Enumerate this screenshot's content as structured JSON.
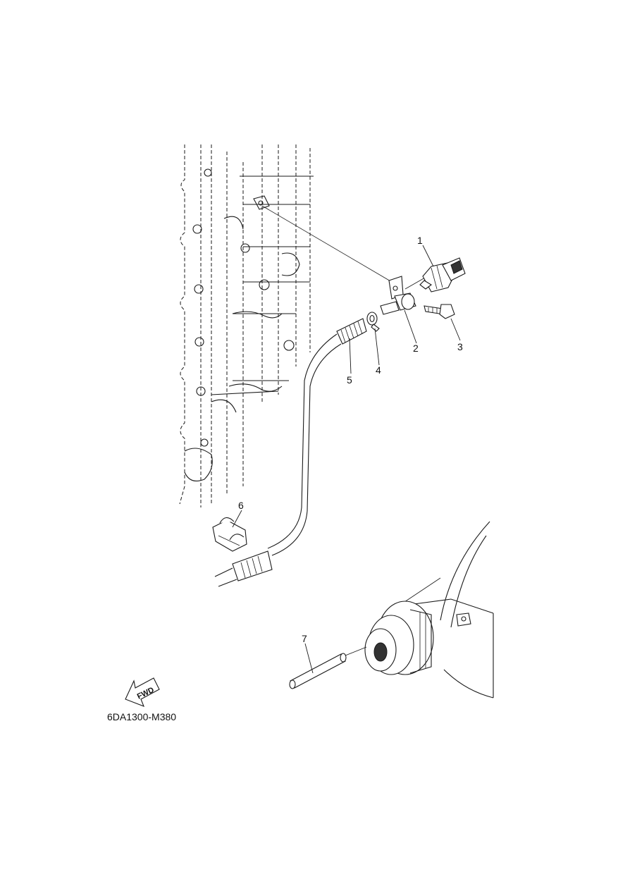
{
  "callouts": [
    {
      "id": "1",
      "label": "1"
    },
    {
      "id": "2",
      "label": "2"
    },
    {
      "id": "3",
      "label": "3"
    },
    {
      "id": "4",
      "label": "4"
    },
    {
      "id": "5",
      "label": "5"
    },
    {
      "id": "6",
      "label": "6"
    },
    {
      "id": "7",
      "label": "7"
    }
  ],
  "direction_marker": {
    "label": "FWD",
    "icon": "fwd-arrow-icon"
  },
  "diagram_code": "6DA1300-M380"
}
